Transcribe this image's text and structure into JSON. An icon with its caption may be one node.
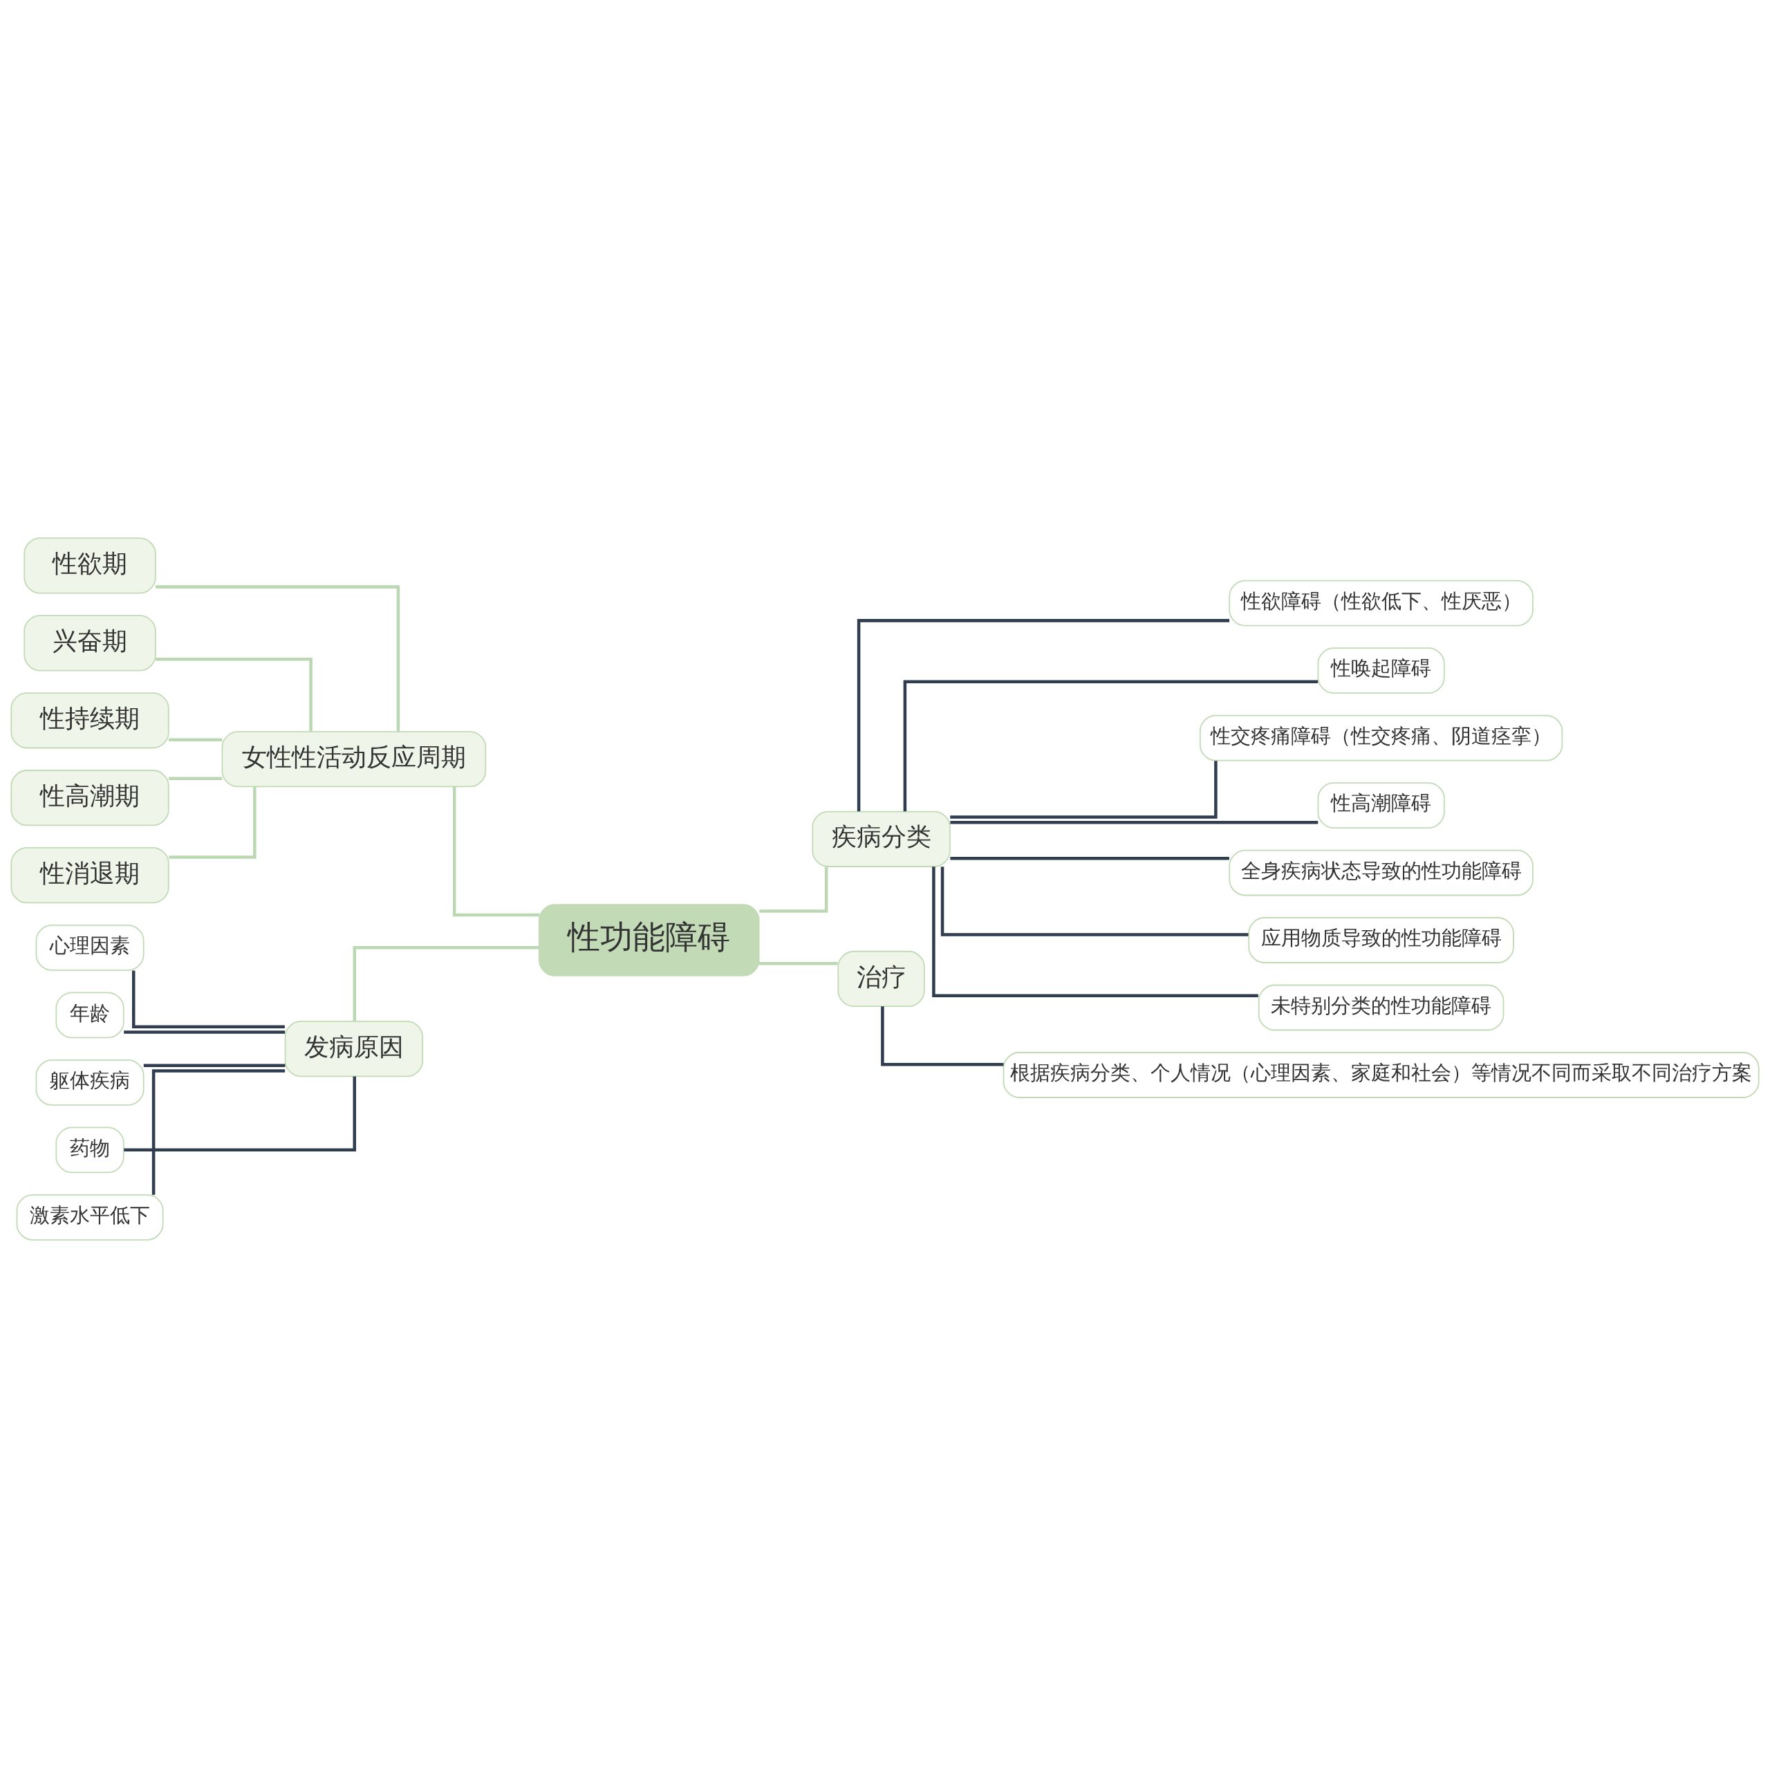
{
  "diagram": {
    "nodes": [
      {
        "text": [
          "性功能障碍"
        ]
      },
      {
        "text": [
          "女性性活动反应周期"
        ]
      },
      {
        "text": [
          "性欲期"
        ]
      },
      {
        "text": [
          "兴奋期"
        ]
      },
      {
        "text": [
          "性持续期"
        ]
      },
      {
        "text": [
          "性高潮期"
        ]
      },
      {
        "text": [
          "性消退期"
        ]
      },
      {
        "text": [
          "发病原因"
        ]
      },
      {
        "text": [
          "心理因素"
        ]
      },
      {
        "text": [
          "年龄"
        ]
      },
      {
        "text": [
          "躯体疾病"
        ]
      },
      {
        "text": [
          "药物"
        ]
      },
      {
        "text": [
          "激素水平低下"
        ]
      },
      {
        "text": [
          "疾病分类"
        ]
      },
      {
        "text": [
          "性欲障碍（性欲低下、性厌恶）"
        ]
      },
      {
        "text": [
          "性唤起障碍"
        ]
      },
      {
        "text": [
          "性交疼痛障碍（性交疼痛、阴道痉挛）"
        ]
      },
      {
        "text": [
          "性高潮障碍"
        ]
      },
      {
        "text": [
          "全身疾病状态导致的性功能障碍"
        ]
      },
      {
        "text": [
          "应用物质导致的性功能障碍"
        ]
      },
      {
        "text": [
          "未特别分类的性功能障碍"
        ]
      },
      {
        "text": [
          "治疗"
        ]
      },
      {
        "text": [
          "根据疾病分类、个人情况（心理因素、家庭和社会）等情况不同而采取不同治疗方案"
        ]
      }
    ],
    "edges": [
      {
        "from": 0,
        "to": 1,
        "arrow": "none",
        "color": "#bcd8b2"
      },
      {
        "from": 1,
        "to": 2,
        "arrow": "none",
        "color": "#bcd8b2"
      },
      {
        "from": 1,
        "to": 3,
        "arrow": "none",
        "color": "#bcd8b2"
      },
      {
        "from": 1,
        "to": 4,
        "arrow": "none",
        "color": "#bcd8b2"
      },
      {
        "from": 1,
        "to": 5,
        "arrow": "none",
        "color": "#bcd8b2"
      },
      {
        "from": 1,
        "to": 6,
        "arrow": "none",
        "color": "#bcd8b2"
      },
      {
        "from": 0,
        "to": 7,
        "arrow": "none",
        "color": "#bcd8b2"
      },
      {
        "from": 7,
        "to": 8,
        "arrow": "none"
      },
      {
        "from": 7,
        "to": 9,
        "arrow": "none"
      },
      {
        "from": 7,
        "to": 10,
        "arrow": "none"
      },
      {
        "from": 7,
        "to": 11,
        "arrow": "none"
      },
      {
        "from": 7,
        "to": 12,
        "arrow": "none"
      },
      {
        "from": 0,
        "to": 13,
        "arrow": "none",
        "color": "#bcd8b2"
      },
      {
        "from": 13,
        "to": 14,
        "arrow": "none"
      },
      {
        "from": 13,
        "to": 15,
        "arrow": "none"
      },
      {
        "from": 13,
        "to": 16,
        "arrow": "none"
      },
      {
        "from": 13,
        "to": 17,
        "arrow": "none"
      },
      {
        "from": 13,
        "to": 18,
        "arrow": "none"
      },
      {
        "from": 13,
        "to": 19,
        "arrow": "none"
      },
      {
        "from": 13,
        "to": 20,
        "arrow": "none"
      },
      {
        "from": 0,
        "to": 21,
        "arrow": "none",
        "color": "#bcd8b2"
      },
      {
        "from": 21,
        "to": 22,
        "arrow": "none"
      }
    ]
  }
}
